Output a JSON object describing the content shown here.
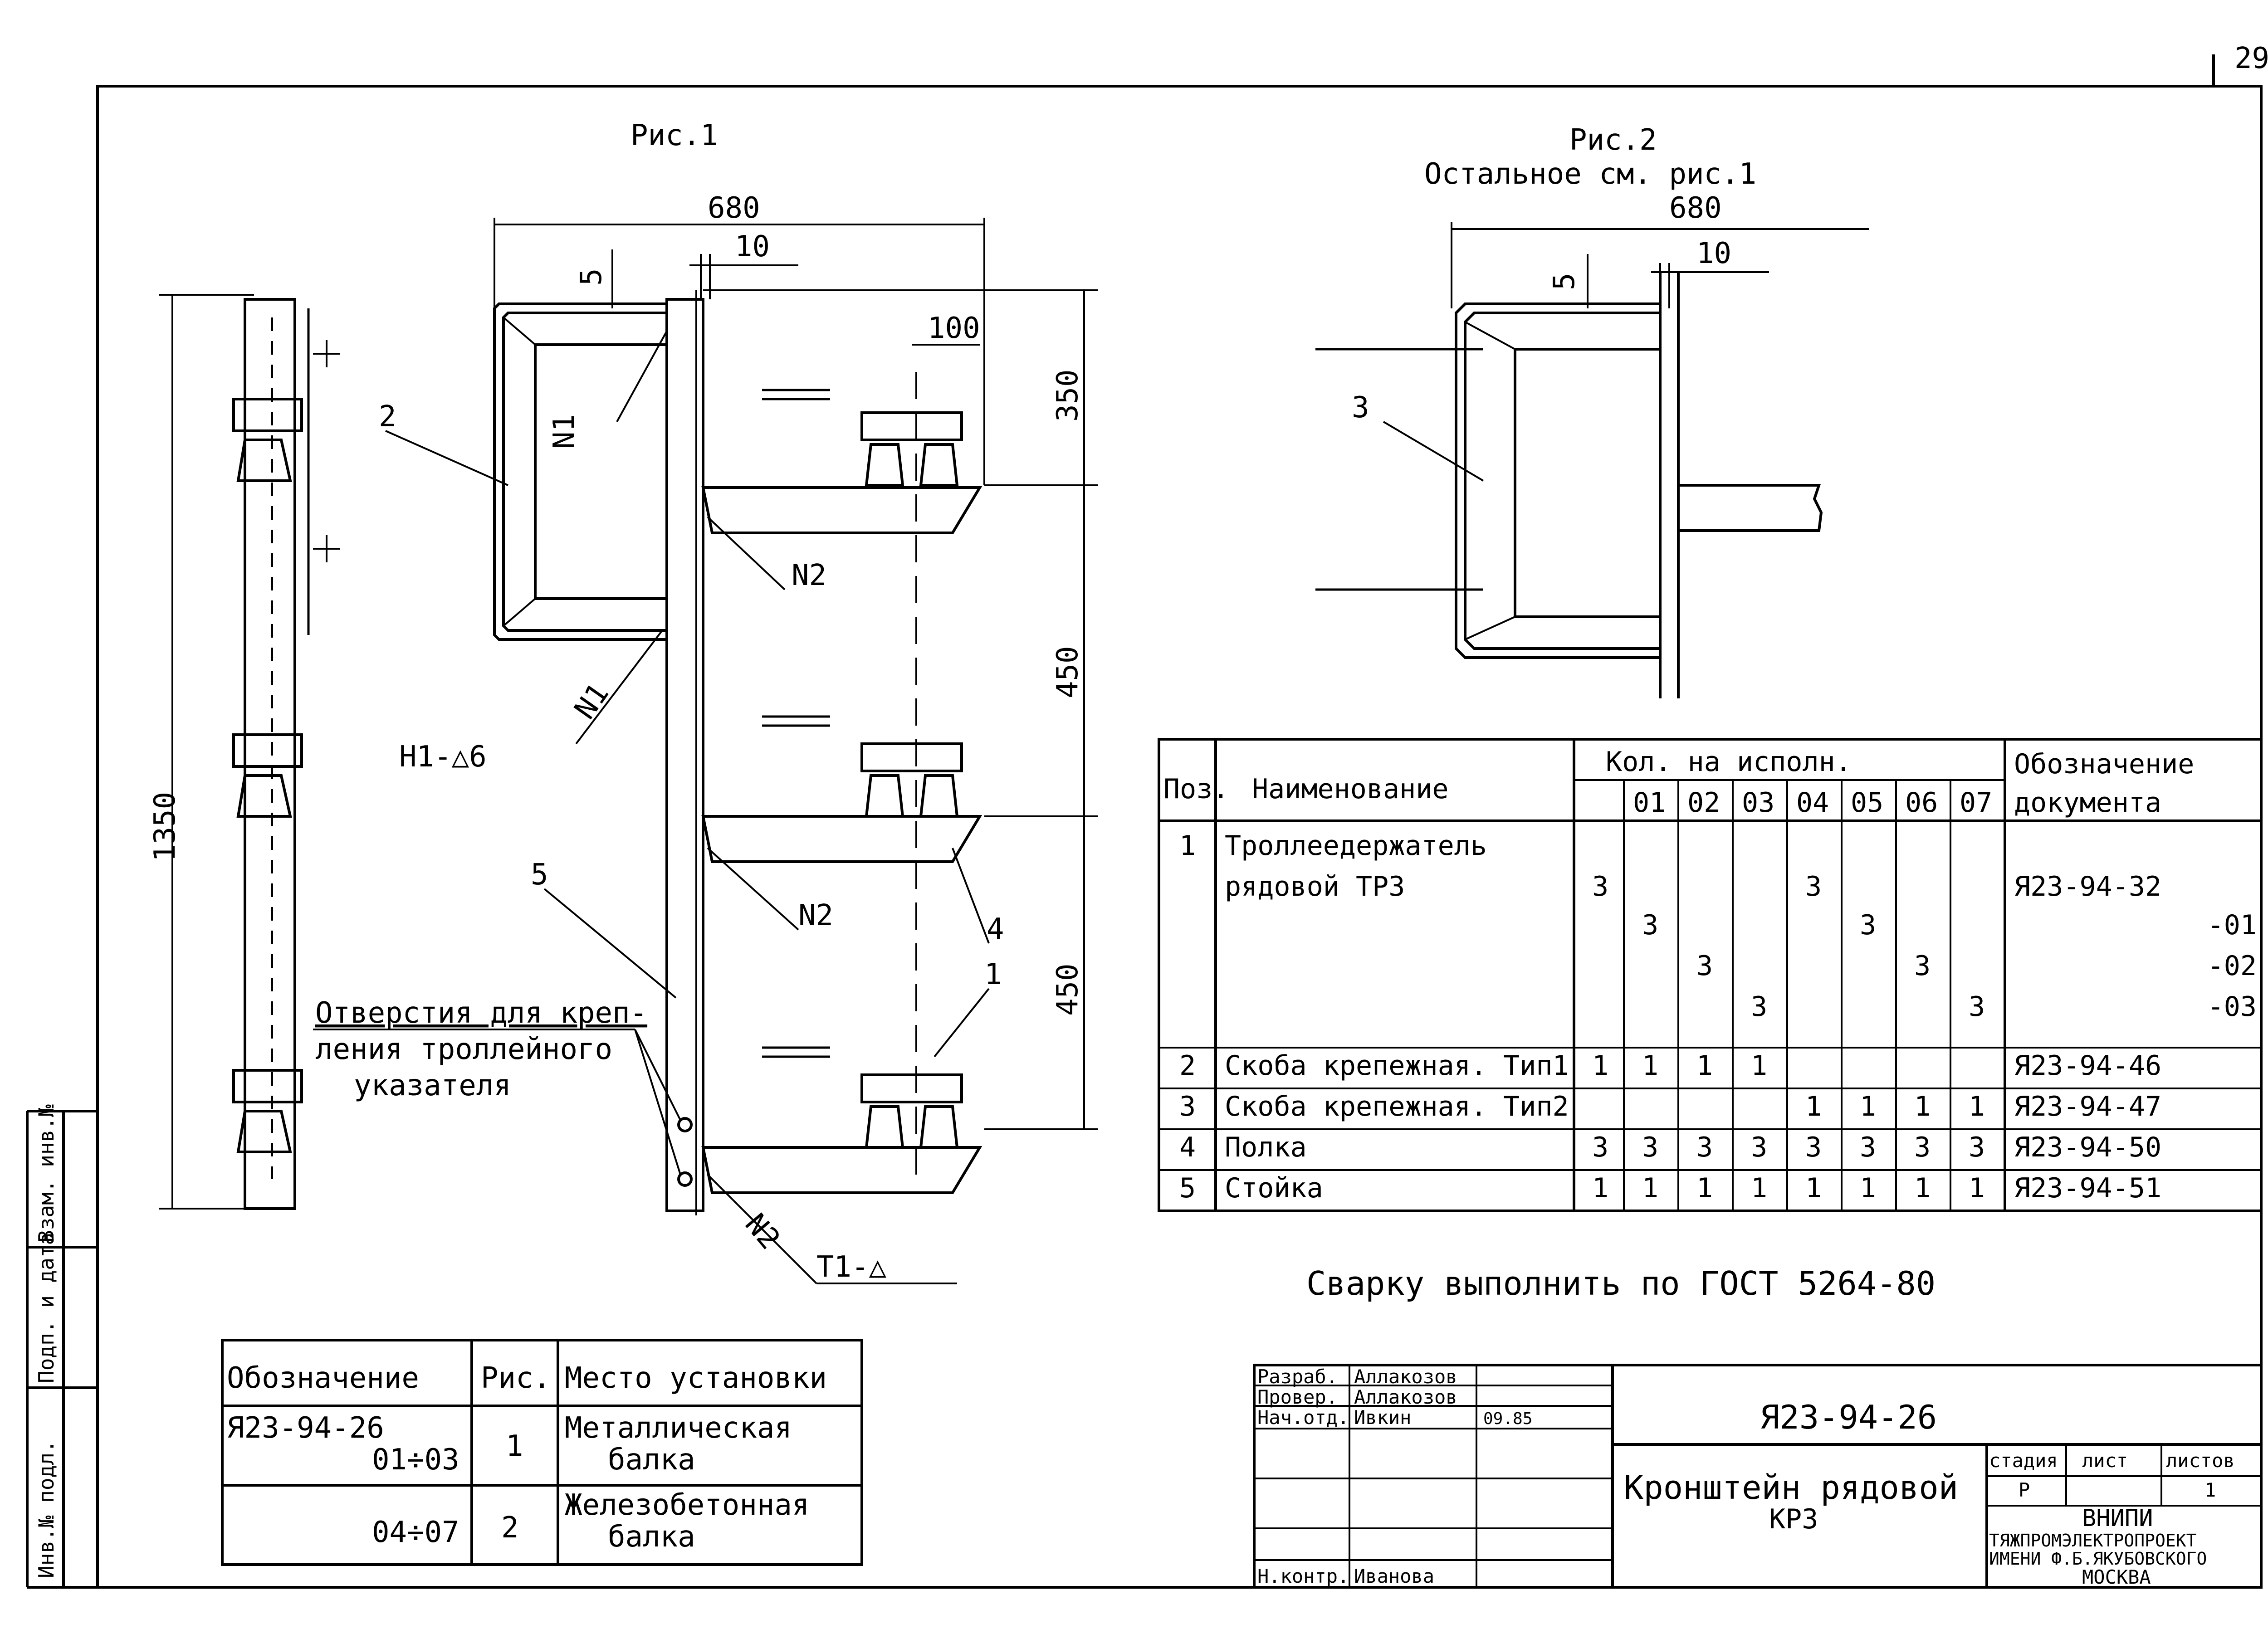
{
  "page_number": "29",
  "fig1": {
    "title": "Рис.1",
    "dim_width": "680",
    "dim_gap": "10",
    "dim_offset": "5",
    "dim_step": "100",
    "dim_height_total": "1350",
    "dim_seg1": "350",
    "dim_seg2": "450",
    "dim_seg3": "450",
    "pos_2": "2",
    "pos_5": "5",
    "pos_4": "4",
    "pos_1": "1",
    "weld_n1": "N1",
    "weld_n2": "N2",
    "weld_h1": "H1-△6",
    "weld_t1": "T1-△",
    "note_line1": "Отверстия для креп-",
    "note_line2": "ления троллейного",
    "note_line3": "указателя"
  },
  "fig2": {
    "title": "Рис.2",
    "subtitle": "Остальное см. рис.1",
    "dim_width": "680",
    "dim_gap": "10",
    "dim_offset": "5",
    "pos_3": "3"
  },
  "spec": {
    "col_pos": "Поз.",
    "col_name": "Наименование",
    "col_qty": "Кол. на исполн.",
    "col_doc_1": "Обозначение",
    "col_doc_2": "документа",
    "variants": [
      "",
      "01",
      "02",
      "03",
      "04",
      "05",
      "06",
      "07"
    ],
    "rows": [
      {
        "pos": "1",
        "name": "Троллеедержатель",
        "q": [
          "",
          "",
          "",
          "",
          "",
          "",
          "",
          ""
        ],
        "doc": ""
      },
      {
        "pos": "",
        "name": "рядовой ТР3",
        "q": [
          "3",
          "",
          "",
          "",
          "3",
          "",
          "",
          ""
        ],
        "doc": "Я23-94-32"
      },
      {
        "pos": "",
        "name": "",
        "q": [
          "",
          "3",
          "",
          "",
          "",
          "3",
          "",
          ""
        ],
        "doc": "-01"
      },
      {
        "pos": "",
        "name": "",
        "q": [
          "",
          "",
          "3",
          "",
          "",
          "",
          "3",
          ""
        ],
        "doc": "-02"
      },
      {
        "pos": "",
        "name": "",
        "q": [
          "",
          "",
          "",
          "3",
          "",
          "",
          "",
          "3"
        ],
        "doc": "-03"
      },
      {
        "pos": "2",
        "name": "Скоба крепежная. Тип1",
        "q": [
          "1",
          "1",
          "1",
          "1",
          "",
          "",
          "",
          ""
        ],
        "doc": "Я23-94-46"
      },
      {
        "pos": "3",
        "name": "Скоба крепежная. Тип2",
        "q": [
          "",
          "",
          "",
          "",
          "1",
          "1",
          "1",
          "1"
        ],
        "doc": "Я23-94-47"
      },
      {
        "pos": "4",
        "name": "Полка",
        "q": [
          "3",
          "3",
          "3",
          "3",
          "3",
          "3",
          "3",
          "3"
        ],
        "doc": "Я23-94-50"
      },
      {
        "pos": "5",
        "name": "Стойка",
        "q": [
          "1",
          "1",
          "1",
          "1",
          "1",
          "1",
          "1",
          "1"
        ],
        "doc": "Я23-94-51"
      }
    ]
  },
  "weld_note": "Сварку выполнить по ГОСТ 5264-80",
  "usage": {
    "col_doc": "Обозначение",
    "col_fig": "Рис.",
    "col_place": "Место установки",
    "rows": [
      {
        "doc1": "Я23-94-26",
        "doc2": "01÷03",
        "fig": "1",
        "place1": "Металлическая",
        "place2": "балка"
      },
      {
        "doc1": "",
        "doc2": "04÷07",
        "fig": "2",
        "place1": "Железобетонная",
        "place2": "балка"
      }
    ]
  },
  "title_block": {
    "roles": [
      {
        "role": "Разраб.",
        "name": "Аллакозов"
      },
      {
        "role": "Провер.",
        "name": "Аллакозов"
      },
      {
        "role": "Нач.отд.",
        "name": "Ивкин"
      },
      {
        "role": "",
        "name": ""
      },
      {
        "role": "",
        "name": ""
      },
      {
        "role": "",
        "name": ""
      },
      {
        "role": "Н.контр.",
        "name": "Иванова"
      }
    ],
    "doc_code": "Я23-94-26",
    "title_line1": "Кронштейн рядовой",
    "title_line2": "КР3",
    "stage_label": "стадия",
    "sheet_label": "лист",
    "sheets_label": "листов",
    "stage": "Р",
    "sheets": "1",
    "org_line1": "ВНИПИ",
    "org_line2": "ТЯЖПРОМЭЛЕКТРОПРОЕКТ",
    "org_line3": "ИМЕНИ Ф.Б.ЯКУБОВСКОГО",
    "org_line4": "МОСКВА",
    "date": "09.85"
  },
  "side_stamp": {
    "line1": "Инв.№ подл.",
    "line2": "Подп. и дата",
    "line3": "Взам. инв.№"
  }
}
